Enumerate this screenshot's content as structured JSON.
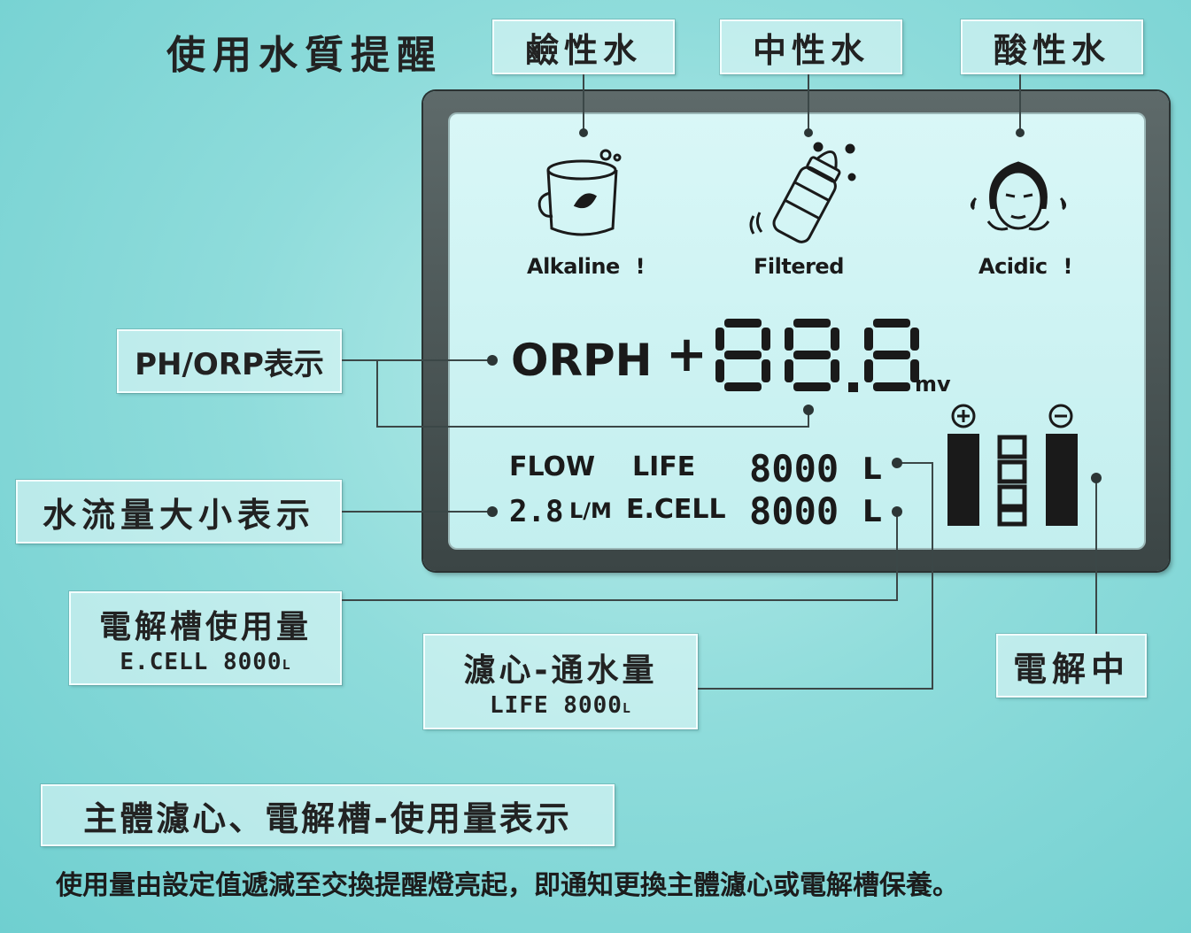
{
  "header": {
    "title": "使用水質提醒",
    "modes": [
      {
        "label": "鹼性水",
        "caption": "Alkaline",
        "mark": "!",
        "icon": "cup-icon"
      },
      {
        "label": "中性水",
        "caption": "Filtered",
        "mark": "",
        "icon": "bottle-icon"
      },
      {
        "label": "酸性水",
        "caption": "Acidic",
        "mark": "!",
        "icon": "face-icon"
      }
    ]
  },
  "display": {
    "mode": "ORPH",
    "sign": "+",
    "reading": "88.8",
    "unit": "mv",
    "flow_label": "FLOW",
    "flow_value": "2.8",
    "flow_unit": "L/M",
    "life_label": "LIFE",
    "life_value": "8000",
    "ecell_label": "E.CELL",
    "ecell_value": "8000",
    "volume_unit": "L",
    "plus_symbol": "+",
    "minus_symbol": "−"
  },
  "callouts": {
    "ph_orp": "PH/ORP表示",
    "flow": "水流量大小表示",
    "ecell_title": "電解槽使用量",
    "ecell_sub": "E.CELL  8000",
    "ecell_sub_unit": "L",
    "filter_title": "濾心-通水量",
    "filter_sub": "LIFE  8000",
    "filter_sub_unit": "L",
    "electrolysis": "電解中"
  },
  "footer": {
    "heading": "主體濾心、電解槽-使用量表示",
    "note": "使用量由設定值遞減至交換提醒燈亮起，即通知更換主體濾心或電解槽保養。"
  },
  "colors": {
    "background": "#8fdcdb",
    "lcd": "#c9f1f1",
    "frame": "#4a5656",
    "segment": "#1a1a1a"
  }
}
